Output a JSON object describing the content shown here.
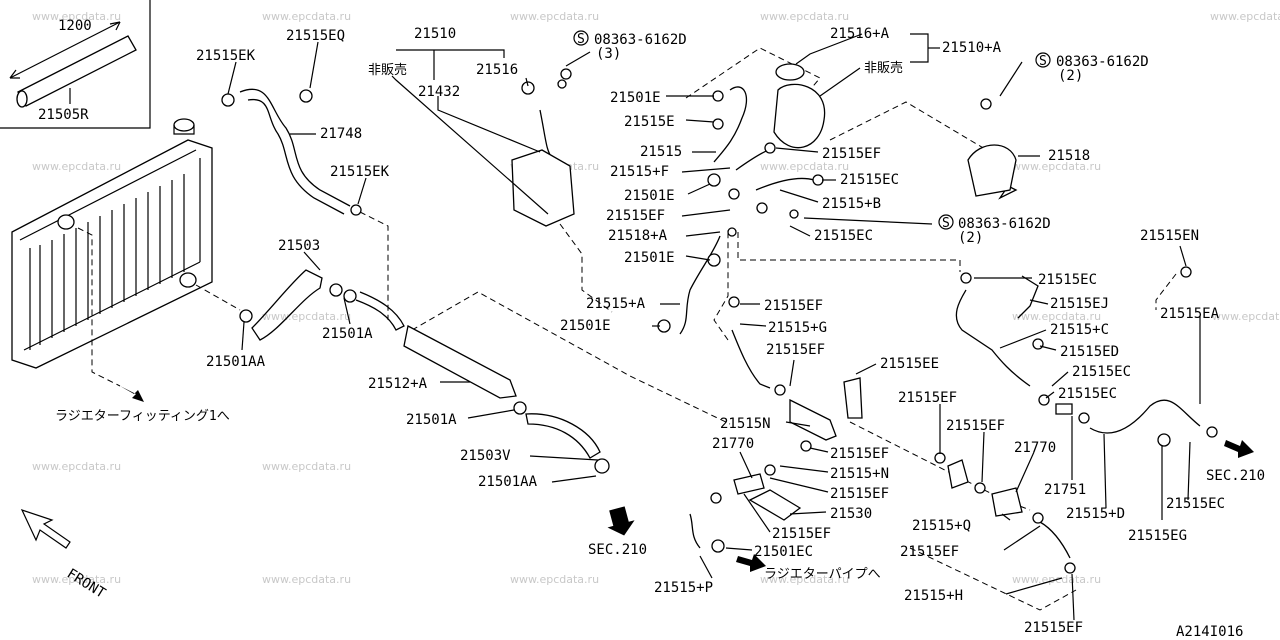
{
  "diagram_id": "A214I016",
  "watermark": "www.epcdata.ru",
  "direction": "FRONT",
  "labels": {
    "l1200": "1200",
    "l21505R": "21505R",
    "l21515EK_a": "21515EK",
    "l21515EQ": "21515EQ",
    "l21748": "21748",
    "l21515EK_b": "21515EK",
    "l21503": "21503",
    "l21501A_a": "21501A",
    "l21501AA_a": "21501AA",
    "l21512A": "21512+A",
    "l21501A_b": "21501A",
    "l21503V": "21503V",
    "l21501AA_b": "21501AA",
    "lsec210a": "SEC.210",
    "lradfit": "ラジエターフィッティング1へ",
    "l21510": "21510",
    "lnotsold_a": "非販売",
    "l21516": "21516",
    "l21432": "21432",
    "lbolt_a": "08363-6162D",
    "lbolt_a_qty": "(3)",
    "l21501E_a": "21501E",
    "l21515E": "21515E",
    "l21515": "21515",
    "l21515F": "21515+F",
    "l21501E_b": "21501E",
    "l21515EF_a": "21515EF",
    "l21518A": "21518+A",
    "l21501E_c": "21501E",
    "l21515A": "21515+A",
    "l21501E_d": "21501E",
    "l21516A": "21516+A",
    "l21510A": "21510+A",
    "lnotsold_b": "非販売",
    "lbolt_b": "08363-6162D",
    "lbolt_b_qty": "(2)",
    "l21518": "21518",
    "l21515EF_b": "21515EF",
    "l21515EC_a": "21515EC",
    "l21515B": "21515+B",
    "l21515EC_b": "21515EC",
    "lbolt_c": "08363-6162D",
    "lbolt_c_qty": "(2)",
    "l21515EF_c": "21515EF",
    "l21515G": "21515+G",
    "l21515EF_d": "21515EF",
    "l21515EE": "21515EE",
    "l21515N": "21515N",
    "l21770_a": "21770",
    "l21515EF_e": "21515EF",
    "l21515Nplus": "21515+N",
    "l21515EF_f": "21515EF",
    "l21530": "21530",
    "l21515EF_g": "21515EF",
    "l21501EC": "21501EC",
    "l21515P": "21515+P",
    "lradpipe": "ラジエターパイプへ",
    "l21515EC_c": "21515EC",
    "l21515EJ": "21515EJ",
    "l21515C": "21515+C",
    "l21515ED": "21515ED",
    "l21515EC_d": "21515EC",
    "l21515EC_e": "21515EC",
    "l21515EN": "21515EN",
    "l21515EA": "21515EA",
    "l21515EF_h": "21515EF",
    "l21515EF_i": "21515EF",
    "l21770_b": "21770",
    "l21751": "21751",
    "l21515D": "21515+D",
    "l21515Q": "21515+Q",
    "l21515EF_j": "21515EF",
    "l21515H": "21515+H",
    "l21515EF_k": "21515EF",
    "l21515EG": "21515EG",
    "l21515EC_f": "21515EC",
    "lsec210b": "SEC.210"
  }
}
